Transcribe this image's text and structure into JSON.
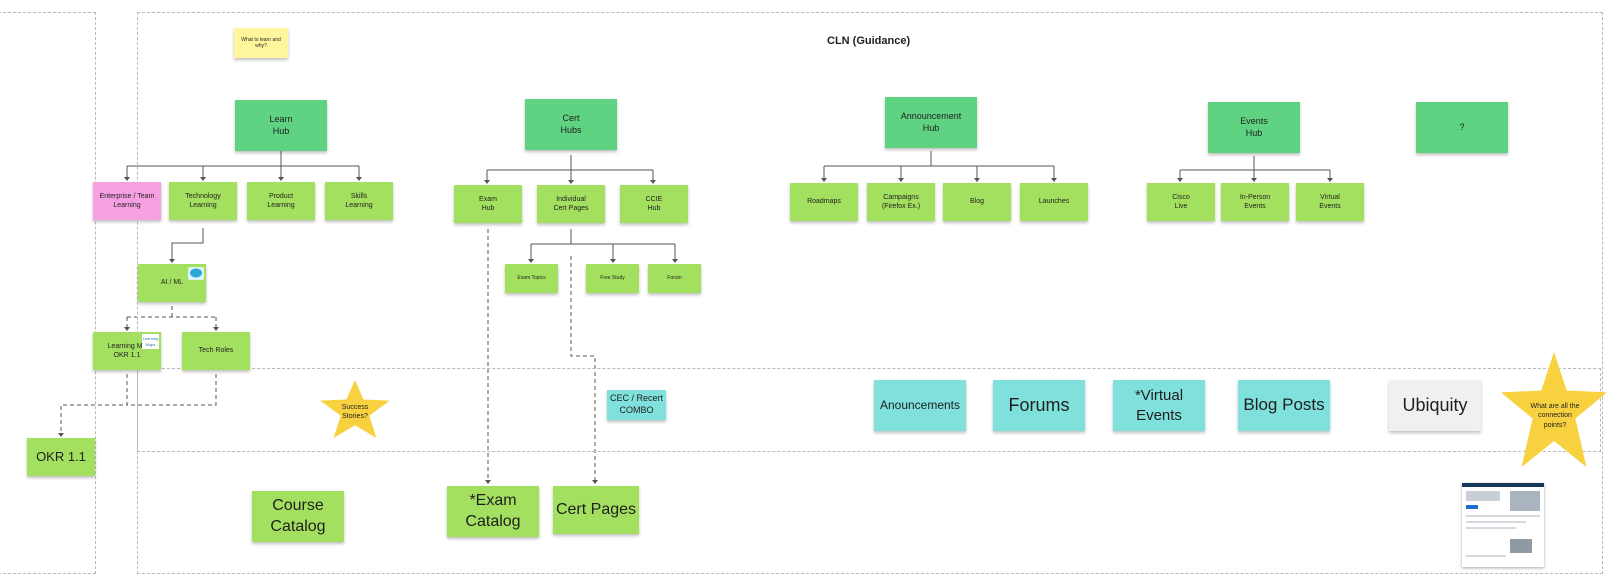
{
  "frame": {
    "title": "CLN (Guidance)"
  },
  "notes": {
    "what_to_learn": "What to learn and why?",
    "learn_hub": "Learn\nHub",
    "cert_hubs": "Cert\nHubs",
    "announcement_hub": "Announcement\nHub",
    "events_hub": "Events\nHub",
    "unknown_hub": "?",
    "enterprise_team": "Enterprise / Team\nLearning",
    "technology_learning": "Technology\nLearning",
    "product_learning": "Product\nLearning",
    "skills_learning": "Skills\nLearning",
    "ai_ml": "AI / ML",
    "learning_maps": "Learning Ma\nOKR 1.1",
    "tech_roles": "Tech Roles",
    "exam_hub": "Exam\nHub",
    "individual_cert_pages": "Individual\nCert Pages",
    "ccie_hub": "CCIE\nHub",
    "exam_topics": "Exam Topics",
    "free_study": "Free Study",
    "forum": "Forum",
    "roadmaps": "Roadmaps",
    "campaigns": "Campaigns\n(Firefox Ex.)",
    "blog": "Blog",
    "launches": "Launches",
    "cisco_live": "Cisco\nLive",
    "in_person_events": "In-Person\nEvents",
    "virtual_events": "Virtual\nEvents",
    "cec_recert": "CEC / Recert\nCOMBO",
    "anouncements": "Anouncements",
    "forums": "Forums",
    "virtual_events_star": "*Virtual\nEvents",
    "blog_posts": "Blog Posts",
    "ubiquity": "Ubiquity",
    "okr": "OKR 1.1",
    "course_catalog": "Course\nCatalog",
    "exam_catalog": "*Exam\nCatalog",
    "cert_pages": "Cert Pages",
    "learning_maps_badge": "Learning\nMaps"
  },
  "stars": {
    "success_stories": "Success\nStories?",
    "connection_points": "What are all the\nconnection\npoints?"
  },
  "colors": {
    "green": "#5fd381",
    "lime": "#a4e05f",
    "pink": "#f6a0e2",
    "yellow": "#fff59c",
    "teal": "#7fe0dc",
    "gray": "#eef0f2",
    "star": "#f7d13f",
    "connector": "#555555"
  }
}
